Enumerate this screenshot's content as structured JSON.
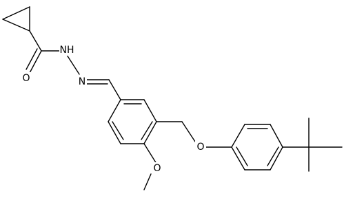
{
  "molecule": {
    "atoms": {
      "nh": "NH",
      "n": "N",
      "o_carbonyl": "O",
      "o_ether": "O",
      "o_methoxy": "O"
    }
  },
  "colors": {
    "bond": "#000000",
    "background": "#ffffff"
  }
}
